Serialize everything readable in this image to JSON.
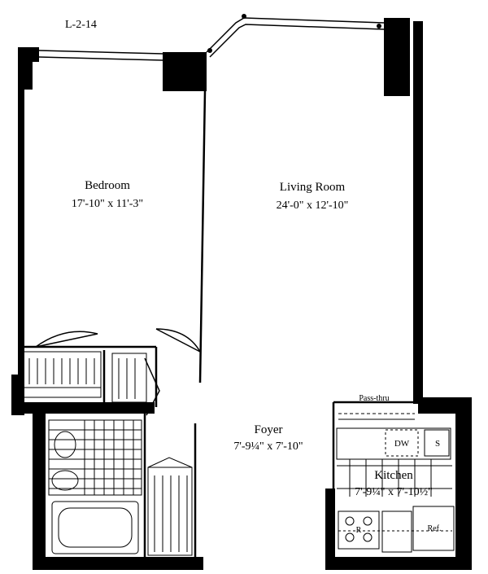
{
  "plan_id": "L-2-14",
  "rooms": {
    "bedroom": {
      "name": "Bedroom",
      "dims": "17'-10\" x 11'-3\""
    },
    "living_room": {
      "name": "Living Room",
      "dims": "24'-0\" x 12'-10\""
    },
    "foyer": {
      "name": "Foyer",
      "dims": "7'-9¼\" x 7'-10\""
    },
    "kitchen": {
      "name": "Kitchen",
      "dims": "7'-9¼\" x 7'-10½\""
    }
  },
  "fixtures": {
    "pass_thru": "Pass-thru",
    "dishwasher": "DW",
    "sink": "S",
    "range": "R",
    "refrigerator": "Ref."
  }
}
